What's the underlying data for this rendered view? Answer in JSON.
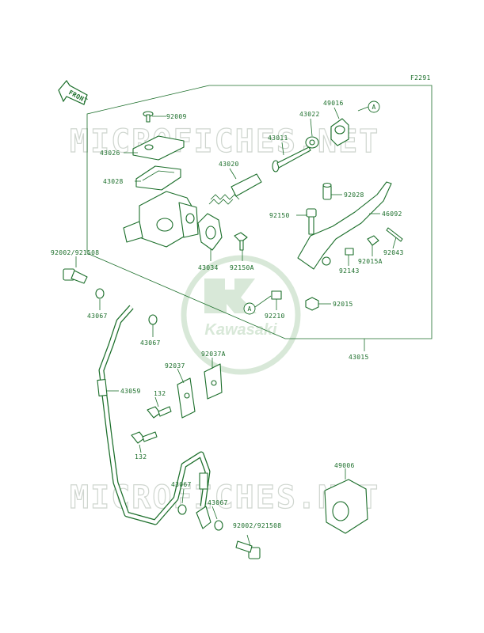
{
  "figure_code": "F2291",
  "front_label": "FRONT",
  "watermark_text": "MICROFICHES.NET",
  "logo_text": "Kawasaki",
  "ref_marker": "A",
  "colors": {
    "ink": "#1b6e2a",
    "watermark": "#cfd6cf",
    "logo": "#d8e8d8"
  },
  "labels": {
    "p92009": "92009",
    "p43026": "43026",
    "p43028": "43028",
    "p43020": "43020",
    "p43011": "43011",
    "p43022": "43022",
    "p49016": "49016",
    "p92028": "92028",
    "p92150": "92150",
    "p46092": "46092",
    "p92043": "92043",
    "p92015A": "92015A",
    "p92143": "92143",
    "p92150A": "92150A",
    "p43034": "43034",
    "p92210": "92210",
    "p92015": "92015",
    "p43015": "43015",
    "p92002_top": "92002/921508",
    "p43067_a": "43067",
    "p43067_b": "43067",
    "p43059": "43059",
    "p92037": "92037",
    "p92037A": "92037A",
    "p132_a": "132",
    "p132_b": "132",
    "p49006": "49006",
    "p43067_c": "43067",
    "p43067_d": "43067",
    "p92002_bot": "92002/921508"
  }
}
